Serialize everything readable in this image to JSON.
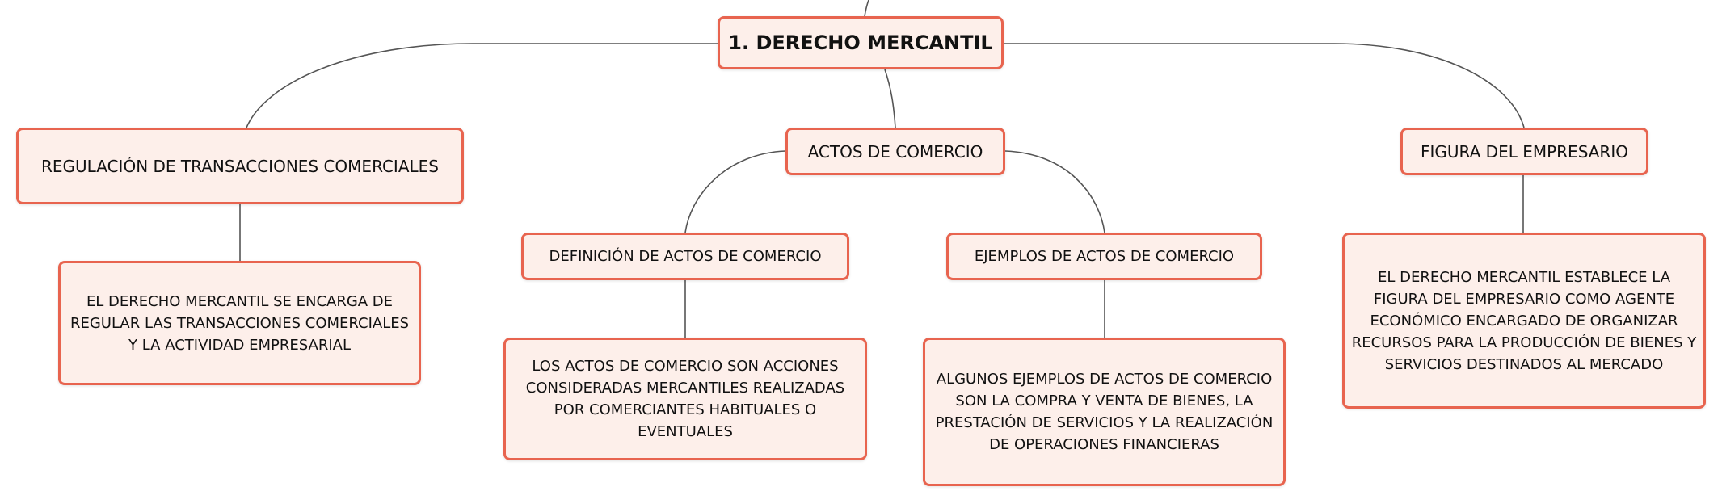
{
  "diagram": {
    "root": {
      "label": "1. DERECHO MERCANTIL"
    },
    "branches": {
      "regulacion": {
        "label": "REGULACIÓN DE TRANSACCIONES COMERCIALES",
        "detail": "EL DERECHO MERCANTIL SE ENCARGA DE REGULAR LAS TRANSACCIONES COMERCIALES Y LA ACTIVIDAD EMPRESARIAL"
      },
      "actos": {
        "label": "ACTOS DE COMERCIO",
        "definicion": {
          "label": "DEFINICIÓN DE ACTOS DE COMERCIO",
          "detail": "LOS ACTOS DE COMERCIO SON ACCIONES CONSIDERADAS MERCANTILES REALIZADAS POR COMERCIANTES HABITUALES O EVENTUALES"
        },
        "ejemplos": {
          "label": "EJEMPLOS DE ACTOS DE COMERCIO",
          "detail": "ALGUNOS EJEMPLOS DE ACTOS DE COMERCIO SON LA COMPRA Y VENTA DE BIENES, LA PRESTACIÓN DE SERVICIOS Y LA REALIZACIÓN DE OPERACIONES FINANCIERAS"
        }
      },
      "empresario": {
        "label": "FIGURA DEL EMPRESARIO",
        "detail": "EL DERECHO MERCANTIL ESTABLECE LA FIGURA DEL EMPRESARIO COMO AGENTE ECONÓMICO ENCARGADO DE ORGANIZAR RECURSOS PARA LA PRODUCCIÓN DE BIENES Y SERVICIOS DESTINADOS AL MERCADO"
      }
    },
    "colors": {
      "node_fill": "#fdefea",
      "node_border": "#e8644f",
      "connector": "#555555"
    }
  }
}
